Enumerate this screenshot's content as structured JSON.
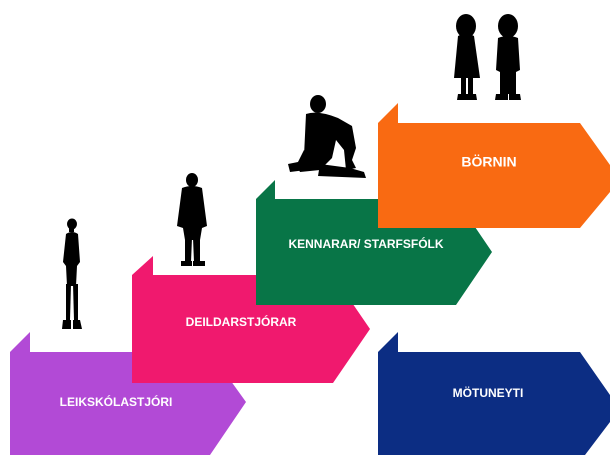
{
  "steps": [
    {
      "key": "leikskolastjori",
      "label": "LEIKSKÓLASTJÓRI",
      "color": "#b24ad6",
      "figure": "standing-child-silhouette-icon"
    },
    {
      "key": "deildarstjorar",
      "label": "DEILDARSTJÓRAR",
      "color": "#f0196e",
      "figure": "standing-man-silhouette-icon"
    },
    {
      "key": "kennarar",
      "label": "KENNARAR/ STARFSFÓLK",
      "color": "#087547",
      "figure": "sitting-man-silhouette-icon"
    },
    {
      "key": "bornin",
      "label": "BÖRNIN",
      "color": "#f96a12",
      "figure": "two-children-silhouette-icon"
    },
    {
      "key": "motuneyti",
      "label": "MÖTUNEYTI",
      "color": "#0c2d83",
      "figure": ""
    }
  ]
}
